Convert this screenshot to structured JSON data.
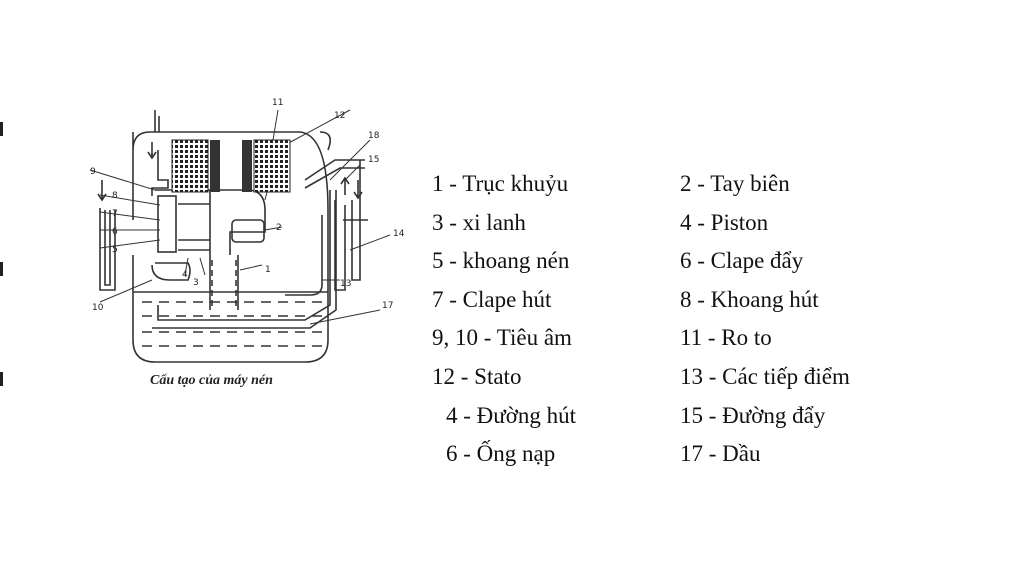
{
  "figure": {
    "caption": "Cấu tạo của máy nén",
    "callouts": [
      "1",
      "2",
      "3",
      "4",
      "5",
      "6",
      "7",
      "8",
      "9",
      "10",
      "11",
      "12",
      "13",
      "14",
      "15",
      "17",
      "18"
    ]
  },
  "legend": [
    {
      "left": "1 - Trục khuỷu",
      "right": "2 - Tay biên"
    },
    {
      "left": "3 - xi lanh",
      "right": "4 - Piston"
    },
    {
      "left": "5 - khoang  nén",
      "right": "6 - Clape đẩy"
    },
    {
      "left": "7 - Clape hút",
      "right": "8 - Khoang hút"
    },
    {
      "left": "9, 10 - Tiêu âm",
      "right": "11 - Ro to"
    },
    {
      "left": "12 - Stato",
      "right": "13 - Các tiếp điểm"
    },
    {
      "left": "4 - Đường hút",
      "right": "15 - Đường đẩy"
    },
    {
      "left": "6 - Ống nạp",
      "right": "17 - Dầu"
    }
  ]
}
